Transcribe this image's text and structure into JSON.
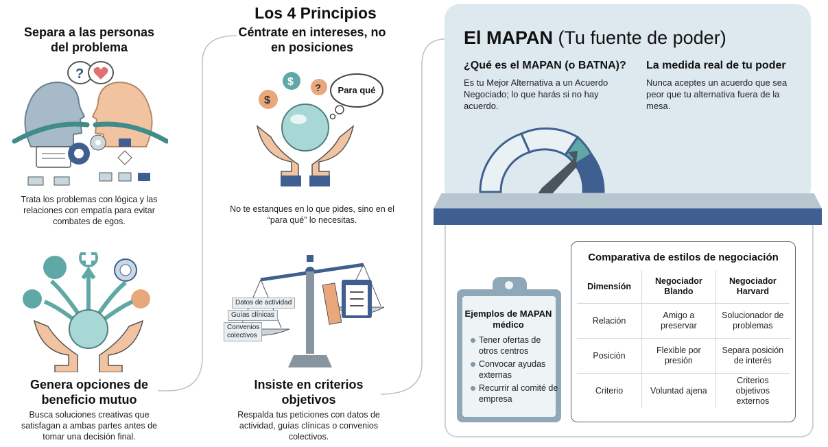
{
  "main_title": "Los 4 Principios",
  "principles": [
    {
      "title": "Separa a las personas del problema",
      "body": "Trata los problemas con lógica y las relaciones con empatía para evitar combates de egos."
    },
    {
      "title": "Céntrate en intereses, no en posiciones",
      "body": "No te estanques en lo que pides, sino en el “para qué” lo necesitas.",
      "bubble": "Para qué"
    },
    {
      "title": "Genera opciones de beneficio mutuo",
      "body": "Busca soluciones creativas que satisfagan a ambas partes antes de tomar una decisión final."
    },
    {
      "title": "Insiste en criterios objetivos",
      "body": "Respalda tus peticiones con datos de actividad, guías clínicas o convenios colectivos.",
      "tags": [
        "Datos de actividad",
        "Guías clínicas",
        "Convenios colectivos"
      ]
    }
  ],
  "mapan": {
    "title_bold": "El MAPAN",
    "title_rest": "(Tu fuente de poder)",
    "q1_title": "¿Qué es el MAPAN (o BATNA)?",
    "q1_body": "Es tu Mejor Alternativa a un Acuerdo Negociado; lo que harás si no hay acuerdo.",
    "q2_title": "La medida real de tu poder",
    "q2_body": "Nunca aceptes un acuerdo que sea peor que tu alternativa fuera de la mesa."
  },
  "examples": {
    "title": "Ejemplos de MAPAN médico",
    "items": [
      "Tener ofertas de otros centros",
      "Convocar ayudas externas",
      "Recurrir al comité de empresa"
    ]
  },
  "comparison": {
    "title": "Comparativa de estilos de negociación",
    "headers": [
      "Dimensión",
      "Negociador Blando",
      "Negociador Harvard"
    ],
    "rows": [
      [
        "Relación",
        "Amigo a preservar",
        "Solucionador de problemas"
      ],
      [
        "Posición",
        "Flexible por presión",
        "Separa posición de interés"
      ],
      [
        "Criterio",
        "Voluntad ajena",
        "Criterios objetivos externos"
      ]
    ]
  },
  "colors": {
    "teal": "#5fa8a6",
    "navy": "#3f5f91",
    "orange": "#e9a77c",
    "panel": "#dde9ee"
  }
}
